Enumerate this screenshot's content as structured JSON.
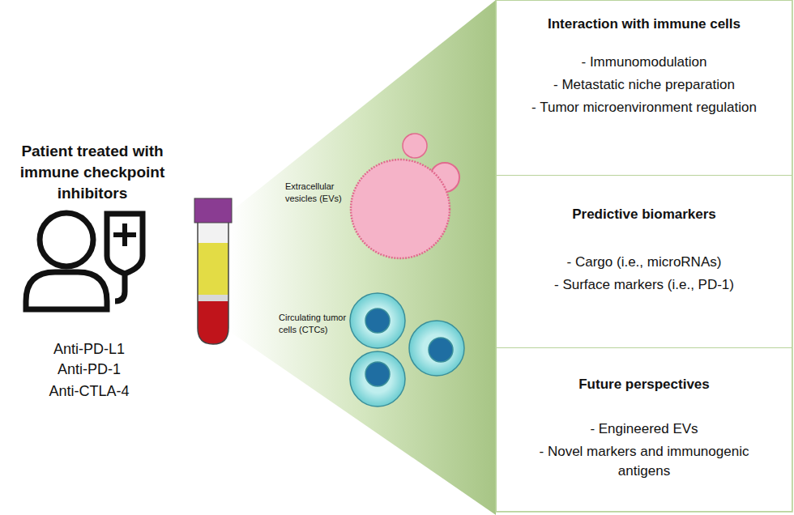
{
  "diagram": {
    "nodes": [
      {
        "text": [
          "Interaction with immune cells",
          "- Immunomodulation",
          "- Metastatic niche preparation",
          "- Tumor microenvironment regulation"
        ]
      },
      {
        "text": [
          "Predictive biomarkers",
          "- Cargo (i.e., microRNAs)",
          "- Surface markers (i.e., PD-1)"
        ]
      },
      {
        "text": [
          "Future perspectives",
          "- Engineered EVs",
          "- Novel markers and immunogenic antigens"
        ]
      }
    ],
    "edges": [],
    "labels": [
      "Patient treated with immune checkpoint inhibitors",
      "Anti-PD-L1",
      "Anti-PD-1",
      "Anti-CTLA-4",
      "Extracellular vesicles (EVs)",
      "Circulating tumor cells (CTCs)"
    ]
  }
}
